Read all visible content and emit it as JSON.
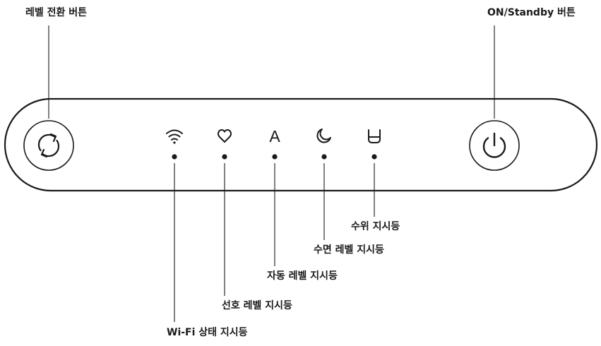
{
  "labels": {
    "level_switch_button": "레벨 전환 버튼",
    "on_standby_button": "ON/Standby 버튼",
    "water_level_indicator": "수위 지시등",
    "sleep_level_indicator": "수면 레벨 지시등",
    "auto_level_indicator": "자동 레벨 지시등",
    "favorite_level_indicator": "선호 레벨 지시등",
    "wifi_status_indicator": "Wi-Fi 상태 지시등"
  },
  "panel": {
    "auto_icon_glyph": "A"
  },
  "icons": [
    "refresh-icon",
    "wifi-icon",
    "heart-icon",
    "auto-letter-icon",
    "moon-icon",
    "water-tank-icon",
    "power-icon"
  ],
  "colors": {
    "stroke": "#1a1a1a",
    "background": "#ffffff"
  }
}
